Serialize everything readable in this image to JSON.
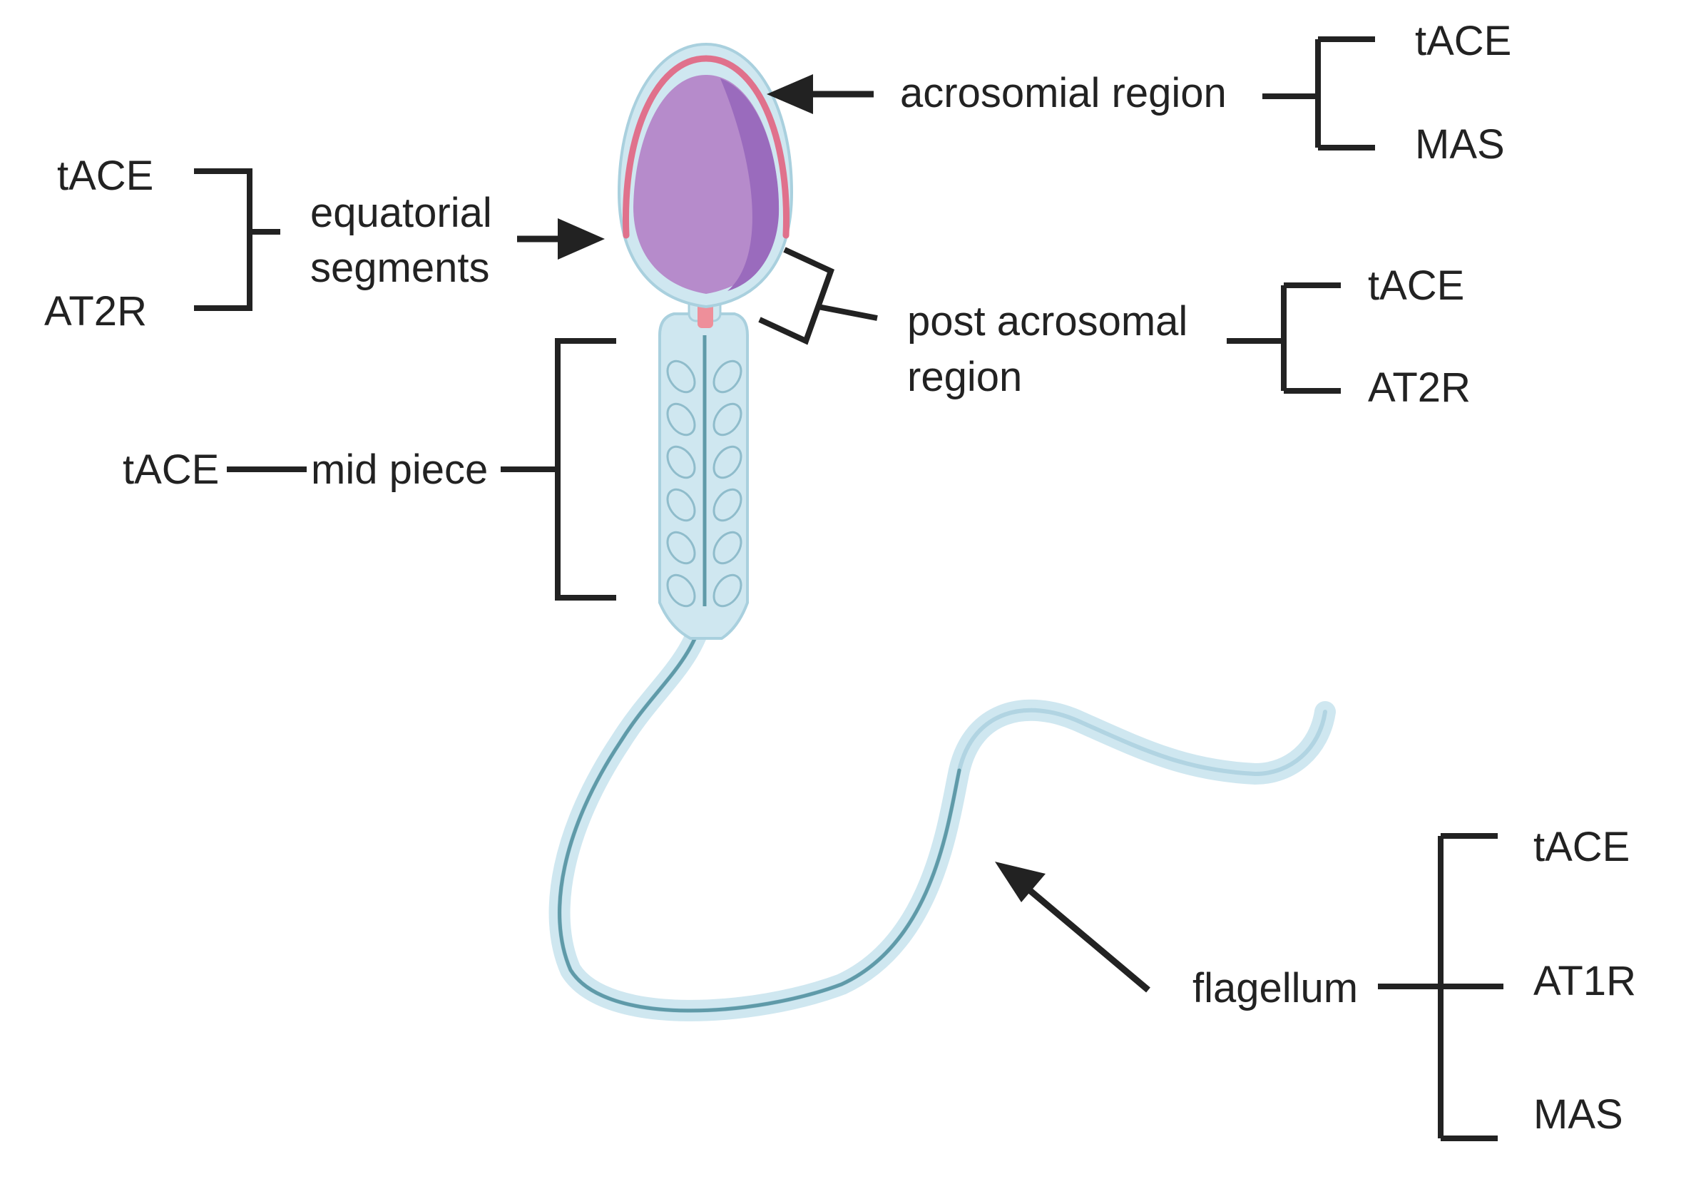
{
  "colors": {
    "head_fill": "#b68bcb",
    "head_shade": "#9a6bbd",
    "acrosome_cap": "#e0718c",
    "membrane": "#cfe7f0",
    "membrane_edge": "#a9d0de",
    "axoneme": "#5f9aa8",
    "neck": "#ee8f9a",
    "text": "#222222"
  },
  "labels": {
    "acrosomial_region": "acrosomial region",
    "acrosomial_tace": "tACE",
    "acrosomial_mas": "MAS",
    "equatorial_line1": "equatorial",
    "equatorial_line2": "segments",
    "equatorial_tace": "tACE",
    "equatorial_at2r": "AT2R",
    "post_acrosomal_line1": "post acrosomal",
    "post_acrosomal_line2": "region",
    "post_acrosomal_tace": "tACE",
    "post_acrosomal_at2r": "AT2R",
    "mid_piece": "mid piece",
    "mid_piece_tace": "tACE",
    "flagellum": "flagellum",
    "flagellum_tace": "tACE",
    "flagellum_at1r": "AT1R",
    "flagellum_mas": "MAS"
  }
}
